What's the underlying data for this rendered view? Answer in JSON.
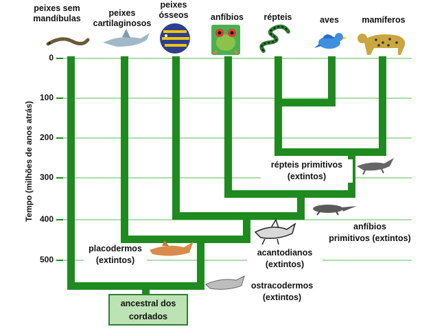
{
  "axis": {
    "label": "Tempo (milhões de anos atrás)",
    "ticks": [
      "0",
      "100",
      "200",
      "300",
      "400",
      "500"
    ]
  },
  "taxa": [
    {
      "line1": "peixes sem",
      "line2": "mandíbulas",
      "icon": "lamprey-icon"
    },
    {
      "line1": "peixes",
      "line2": "cartilaginosos",
      "icon": "shark-icon"
    },
    {
      "line1": "peixes",
      "line2": "ósseos",
      "icon": "bony-fish-icon"
    },
    {
      "line1": "anfíbios",
      "line2": "",
      "icon": "frog-icon"
    },
    {
      "line1": "répteis",
      "line2": "",
      "icon": "snake-icon"
    },
    {
      "line1": "aves",
      "line2": "",
      "icon": "bird-icon"
    },
    {
      "line1": "mamíferos",
      "line2": "",
      "icon": "jaguar-icon"
    }
  ],
  "extinct": {
    "primitive_reptiles": {
      "line1": "répteis primitivos",
      "line2": "(extintos)",
      "icon": "primitive-reptile-icon"
    },
    "primitive_amphibians": {
      "line1": "anfíbios",
      "line2": "primitivos (extintos)",
      "icon": "primitive-amphibian-icon"
    },
    "acanthodians": {
      "line1": "acantodianos",
      "line2": "(extintos)",
      "icon": "acanthodian-icon"
    },
    "placoderms": {
      "line1": "placodermos",
      "line2": "(extintos)",
      "icon": "placoderm-icon"
    },
    "ostracoderms": {
      "line1": "ostracodermos",
      "line2": "(extintos)",
      "icon": "ostracoderm-icon"
    }
  },
  "ancestor": {
    "line1": "ancestral dos",
    "line2": "cordados"
  },
  "colors": {
    "branch": "#1f8a1f",
    "grid": "#58b858",
    "box": "#bde3b5"
  }
}
